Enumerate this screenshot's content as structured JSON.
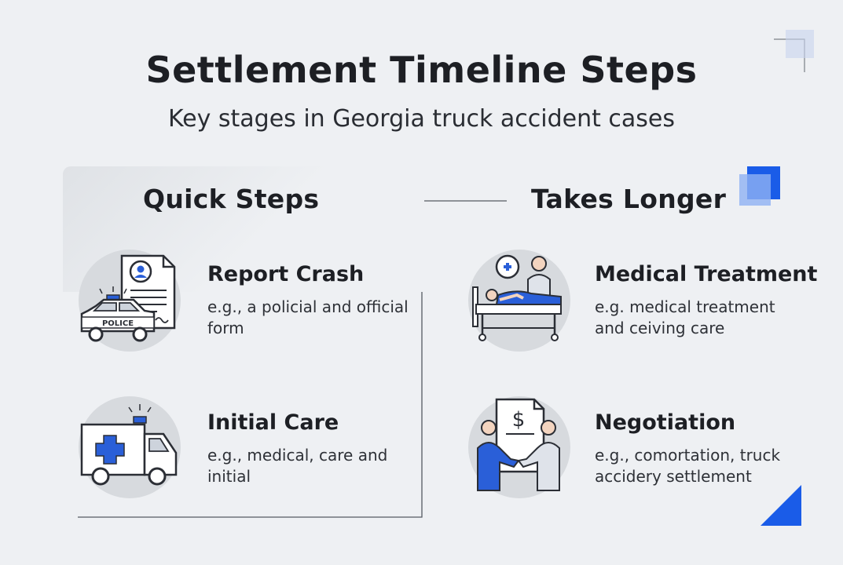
{
  "title": "Settlement Timeline Steps",
  "subtitle": "Key stages in Georgia truck accident cases",
  "columns": [
    {
      "heading": "Quick Steps",
      "steps": [
        {
          "title": "Report Crash",
          "description": "e.g., a policial and official form",
          "icon": "police-report-icon",
          "icon_label": "POLICE"
        },
        {
          "title": "Initial Care",
          "description": "e.g., medical, care and initial",
          "icon": "ambulance-icon"
        }
      ]
    },
    {
      "heading": "Takes Longer",
      "steps": [
        {
          "title": "Medical Treatment",
          "description": "e.g. medical treatment and ceiving care",
          "icon": "hospital-bed-icon"
        },
        {
          "title": "Negotiation",
          "description": "e.g., comortation, truck accidery settlement",
          "icon": "handshake-settlement-icon"
        }
      ]
    }
  ],
  "colors": {
    "accent": "#1a5ce8",
    "text": "#1d1f24",
    "background": "#eef0f3",
    "icon_circle": "#d7dade"
  }
}
